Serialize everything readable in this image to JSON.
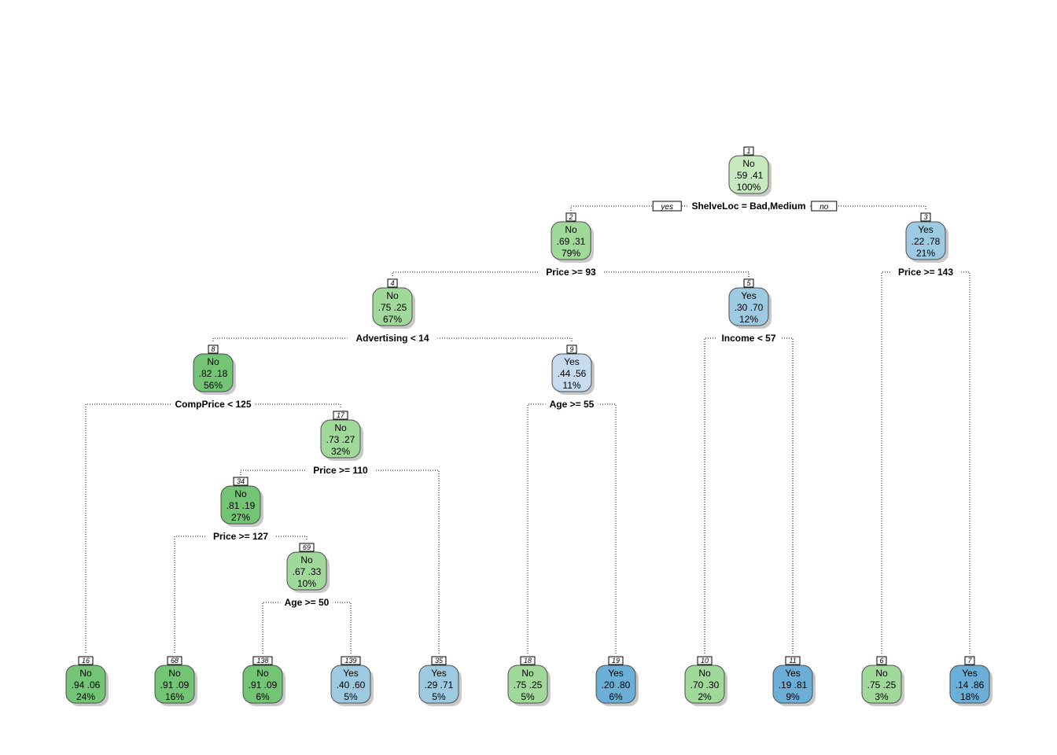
{
  "tree": {
    "yes_label": "yes",
    "no_label": "no",
    "colors": {
      "No": [
        "#c7e9c0",
        "#a1d99b",
        "#74c476"
      ],
      "Yes": [
        "#c6dbef",
        "#9ecae1",
        "#6baed6"
      ]
    },
    "nodes": [
      {
        "id": "1",
        "cls": "No",
        "probs": ".59  .41",
        "pct": "100%",
        "shade": 0,
        "split": "ShelveLoc = Bad,Medium"
      },
      {
        "id": "2",
        "cls": "No",
        "probs": ".69  .31",
        "pct": "79%",
        "shade": 1,
        "split": "Price >= 93"
      },
      {
        "id": "3",
        "cls": "Yes",
        "probs": ".22  .78",
        "pct": "21%",
        "shade": 1,
        "split": "Price >= 143"
      },
      {
        "id": "4",
        "cls": "No",
        "probs": ".75  .25",
        "pct": "67%",
        "shade": 1,
        "split": "Advertising < 14"
      },
      {
        "id": "5",
        "cls": "Yes",
        "probs": ".30  .70",
        "pct": "12%",
        "shade": 1,
        "split": "Income < 57"
      },
      {
        "id": "8",
        "cls": "No",
        "probs": ".82  .18",
        "pct": "56%",
        "shade": 2,
        "split": "CompPrice < 125"
      },
      {
        "id": "9",
        "cls": "Yes",
        "probs": ".44  .56",
        "pct": "11%",
        "shade": 0,
        "split": "Age >= 55"
      },
      {
        "id": "17",
        "cls": "No",
        "probs": ".73  .27",
        "pct": "32%",
        "shade": 1,
        "split": "Price >= 110"
      },
      {
        "id": "34",
        "cls": "No",
        "probs": ".81  .19",
        "pct": "27%",
        "shade": 2,
        "split": "Price >= 127"
      },
      {
        "id": "69",
        "cls": "No",
        "probs": ".67  .33",
        "pct": "10%",
        "shade": 1,
        "split": "Age >= 50"
      },
      {
        "id": "16",
        "cls": "No",
        "probs": ".94  .06",
        "pct": "24%",
        "shade": 2,
        "split": ""
      },
      {
        "id": "68",
        "cls": "No",
        "probs": ".91  .09",
        "pct": "16%",
        "shade": 2,
        "split": ""
      },
      {
        "id": "138",
        "cls": "No",
        "probs": ".91  .09",
        "pct": "6%",
        "shade": 2,
        "split": ""
      },
      {
        "id": "139",
        "cls": "Yes",
        "probs": ".40  .60",
        "pct": "5%",
        "shade": 1,
        "split": ""
      },
      {
        "id": "35",
        "cls": "Yes",
        "probs": ".29  .71",
        "pct": "5%",
        "shade": 1,
        "split": ""
      },
      {
        "id": "18",
        "cls": "No",
        "probs": ".75  .25",
        "pct": "5%",
        "shade": 1,
        "split": ""
      },
      {
        "id": "19",
        "cls": "Yes",
        "probs": ".20  .80",
        "pct": "6%",
        "shade": 2,
        "split": ""
      },
      {
        "id": "10",
        "cls": "No",
        "probs": ".70  .30",
        "pct": "2%",
        "shade": 1,
        "split": ""
      },
      {
        "id": "11",
        "cls": "Yes",
        "probs": ".19  .81",
        "pct": "9%",
        "shade": 2,
        "split": ""
      },
      {
        "id": "6",
        "cls": "No",
        "probs": ".75  .25",
        "pct": "3%",
        "shade": 1,
        "split": ""
      },
      {
        "id": "7",
        "cls": "Yes",
        "probs": ".14  .86",
        "pct": "18%",
        "shade": 2,
        "split": ""
      }
    ]
  }
}
